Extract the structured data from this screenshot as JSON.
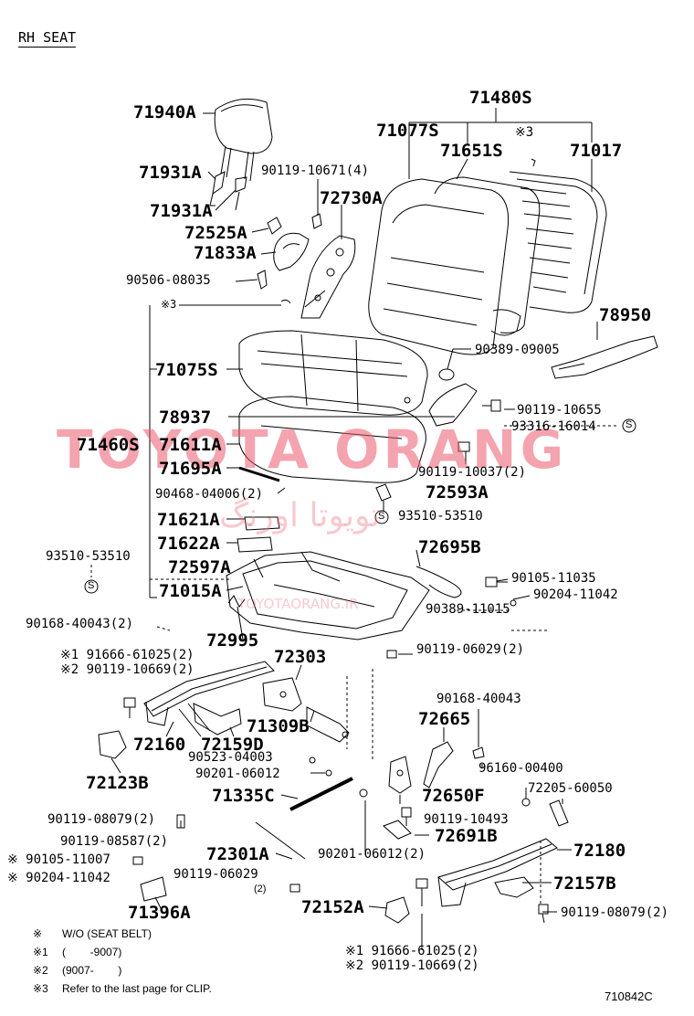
{
  "title": "RH SEAT",
  "drawing_no": "710842C",
  "watermark": {
    "main": "TOYOTA ORANG",
    "arabic": "تویوتا اورنگ",
    "url": "TOYOTAORANG.IR"
  },
  "labels": {
    "l71480S": "71480S",
    "l71940A": "71940A",
    "l71077S": "71077S",
    "l3a": "※3",
    "l71651S": "71651S",
    "l71017": "71017",
    "l71931A_1": "71931A",
    "l90119_10671": "90119-10671(4)",
    "l71931A_2": "71931A",
    "l72730A": "72730A",
    "l72525A": "72525A",
    "l71833A": "71833A",
    "l90506": "90506-08035",
    "l3b": "※3",
    "l78950": "78950",
    "l90389_09005": "90389-09005",
    "l71075S": "71075S",
    "l78937": "78937",
    "l90119_10655": "90119-10655",
    "l93316": "93316-16014",
    "l71460S": "71460S",
    "l71611A": "71611A",
    "l90119_10037": "90119-10037(2)",
    "l71695A": "71695A",
    "l90468": "90468-04006(2)",
    "l72593A": "72593A",
    "l71621A": "71621A",
    "l93510_r": "93510-53510",
    "l71622A": "71622A",
    "l72695B": "72695B",
    "l93510_l": "93510-53510",
    "l72597A": "72597A",
    "l90105_11035": "90105-11035",
    "l71015A": "71015A",
    "l90204_11042": "90204-11042",
    "l90389_11015": "90389-11015",
    "l90168_40043_2": "90168-40043(2)",
    "l72995": "72995",
    "l72303": "72303",
    "l90119_06029_2": "90119-06029(2)",
    "l91666_a": "※1 91666-61025(2)",
    "l90119_10669_a": "※2 90119-10669(2)",
    "l90168_40043": "90168-40043",
    "l72665": "72665",
    "l71309B": "71309B",
    "l72160": "72160",
    "l72159D": "72159D",
    "l90523": "90523-04003",
    "l96160": "96160-00400",
    "l72123B": "72123B",
    "l90201_a": "90201-06012",
    "l72205": "72205-60050",
    "l71335C": "71335C",
    "l72650F": "72650F",
    "l90119_08079_2": "90119-08079(2)",
    "l90119_10493": "90119-10493",
    "l90119_08587": "90119-08587(2)",
    "l72691B": "72691B",
    "l72180": "72180",
    "l90105_11007": "※ 90105-11007",
    "l72301A": "72301A",
    "l90201_b": "90201-06012(2)",
    "l90204_11042b": "※ 90204-11042",
    "l90119_06029": "90119-06029",
    "l2": "(2)",
    "l72157B": "72157B",
    "l71396A": "71396A",
    "l72152A": "72152A",
    "l90119_08079_b": "90119-08079(2)",
    "l91666_b": "※1 91666-61025(2)",
    "l90119_10669_b": "※2 90119-10669(2)"
  },
  "notes": [
    {
      "mark": "※",
      "text": "W/O (SEAT BELT)"
    },
    {
      "mark": "※1",
      "text": "(        -9007)"
    },
    {
      "mark": "※2",
      "text": "(9007-        )"
    },
    {
      "mark": "※3",
      "text": "Refer to the last page for CLIP."
    }
  ]
}
